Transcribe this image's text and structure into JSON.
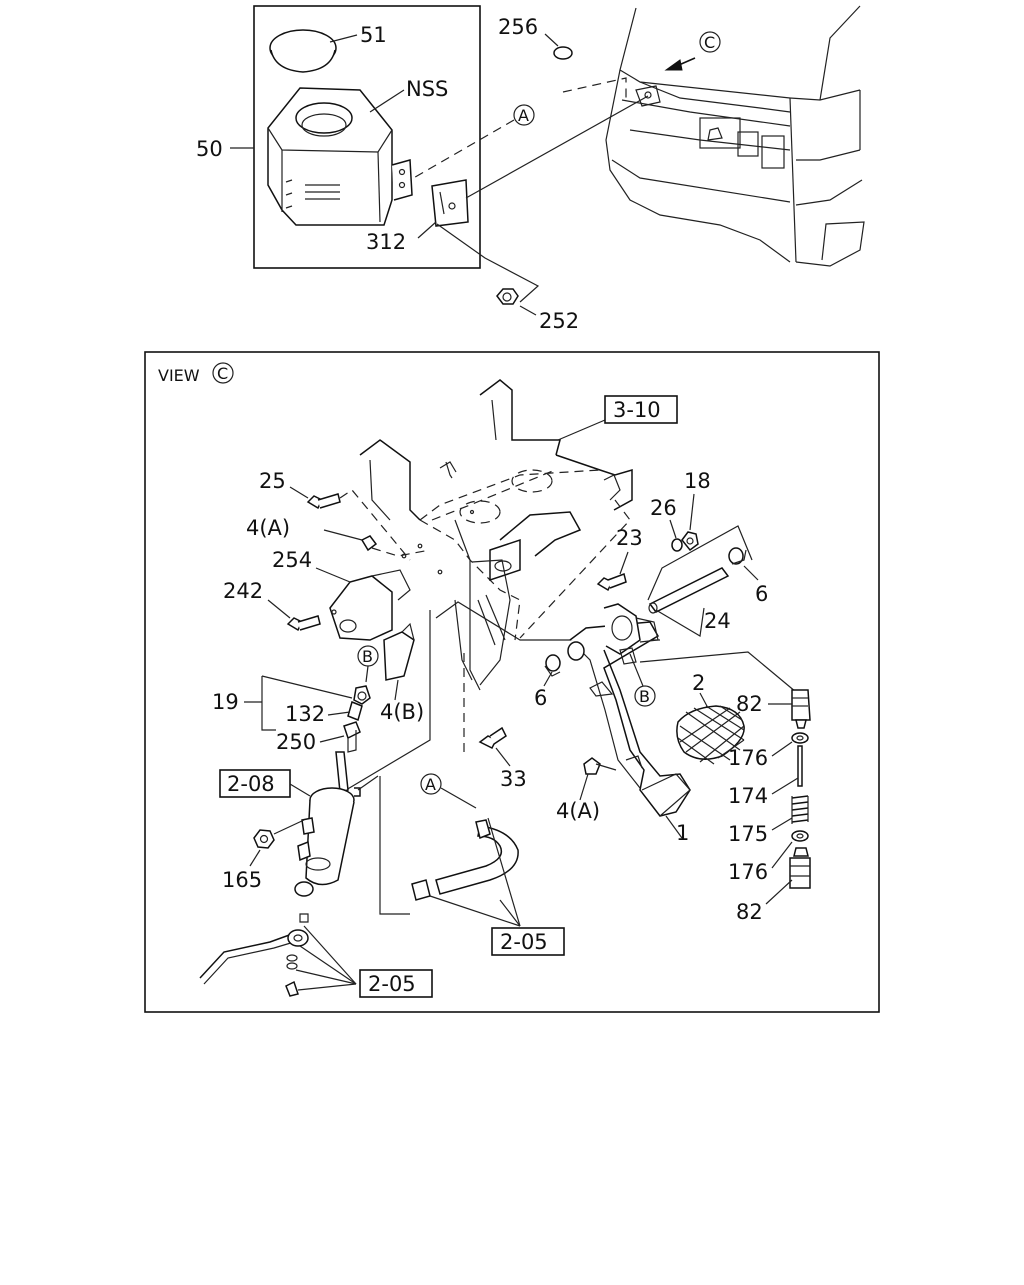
{
  "view_title": "VIEW",
  "callouts": {
    "C": "C",
    "A": "A",
    "B": "B"
  },
  "top": {
    "p51": "51",
    "nss": "NSS",
    "p50": "50",
    "p256": "256",
    "p312": "312",
    "p252": "252"
  },
  "view": {
    "ref_3_10": "3-10",
    "ref_2_08": "2-08",
    "ref_2_05": "2-05",
    "p25": "25",
    "p4a": "4(A)",
    "p4b": "4(B)",
    "p254": "254",
    "p242": "242",
    "p19": "19",
    "p132": "132",
    "p250": "250",
    "p165": "165",
    "p6": "6",
    "p33": "33",
    "p23": "23",
    "p26": "26",
    "p18": "18",
    "p24": "24",
    "p2": "2",
    "p1": "1",
    "p82": "82",
    "p176": "176",
    "p174": "174",
    "p175": "175"
  }
}
